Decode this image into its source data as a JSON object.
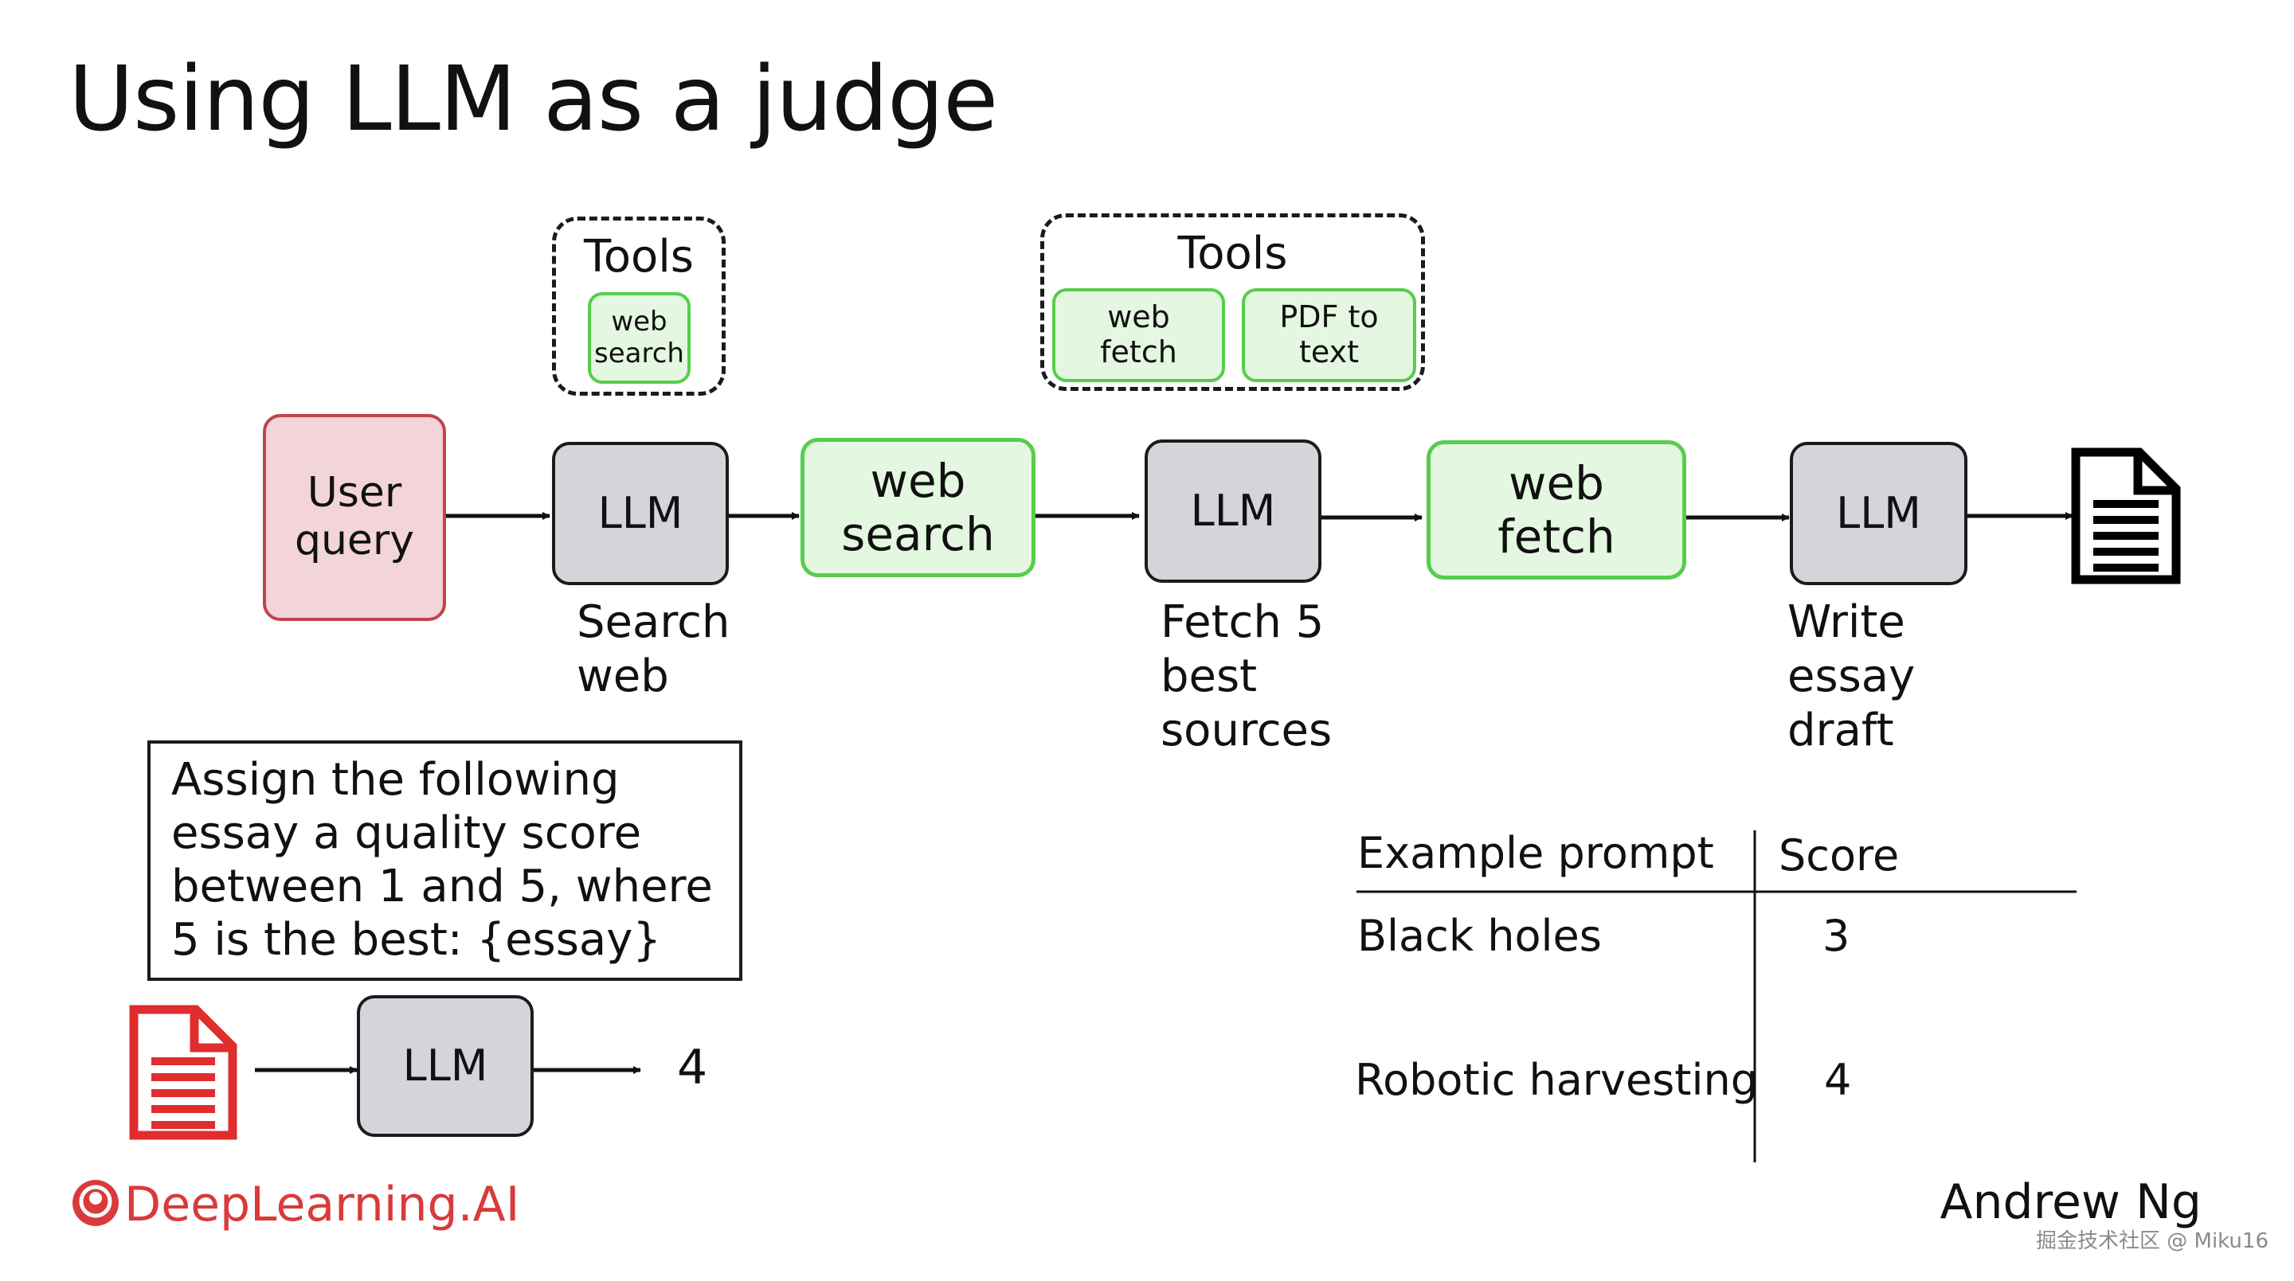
{
  "title": "Using LLM as a judge",
  "tools_groups": [
    {
      "label": "Tools",
      "items": [
        "web\nsearch"
      ]
    },
    {
      "label": "Tools",
      "items": [
        "web\nfetch",
        "PDF to\ntext"
      ]
    }
  ],
  "pipeline": {
    "user_query": "User\nquery",
    "llm_1": "LLM",
    "web_search": "web\nsearch",
    "llm_2": "LLM",
    "web_fetch": "web\nfetch",
    "llm_3": "LLM"
  },
  "captions": {
    "search_web": "Search\nweb",
    "fetch_sources": "Fetch 5\nbest\nsources",
    "write_draft": "Write\nessay\ndraft"
  },
  "judge": {
    "prompt": "Assign the following essay a quality score between 1 and 5, where 5 is the best: {essay}",
    "llm": "LLM",
    "output": "4"
  },
  "table": {
    "headers": [
      "Example prompt",
      "Score"
    ],
    "rows": [
      {
        "prompt": "Black holes",
        "score": "3"
      },
      {
        "prompt": "Robotic harvesting",
        "score": "4"
      }
    ]
  },
  "footer": {
    "brand": "DeepLearning.AI",
    "author": "Andrew Ng",
    "watermark": "掘金技术社区 @ Miku16"
  },
  "colors": {
    "llm_fill": "#d4d5da",
    "tool_fill": "#e4f7e1",
    "tool_border": "#57cd4c",
    "query_fill": "#f2d4d9",
    "query_border": "#c1434d",
    "brand_red": "#d93a3a"
  },
  "icons": [
    "document-icon",
    "red-document-icon",
    "deeplearning-logo-icon"
  ]
}
